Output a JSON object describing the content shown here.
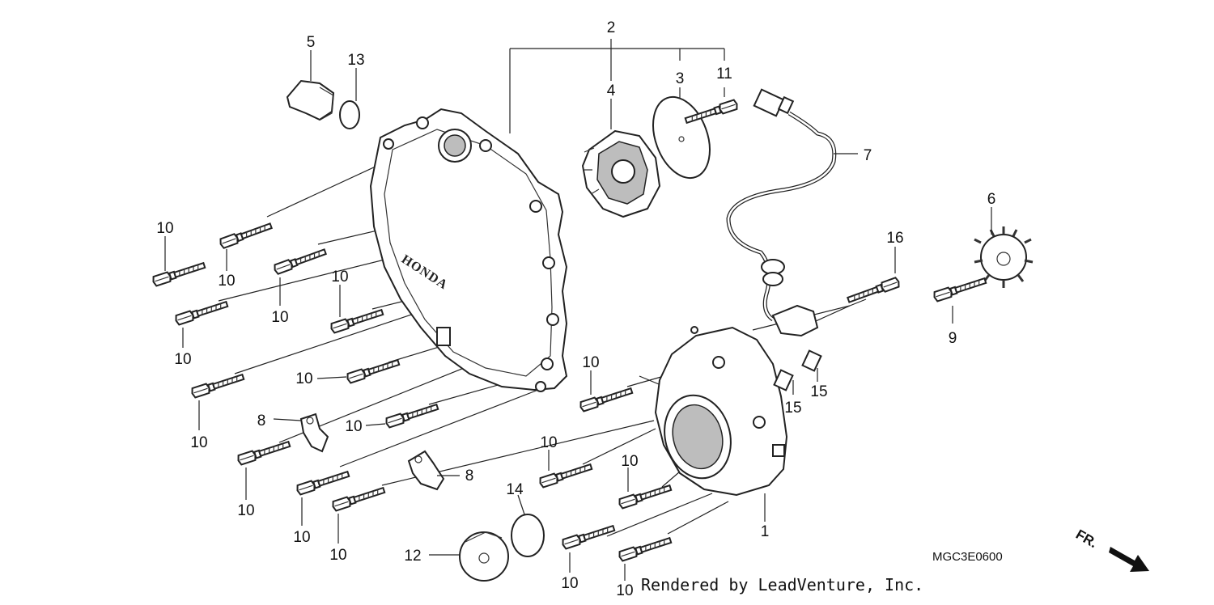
{
  "diagram": {
    "brand_emboss": "HONDA",
    "callouts": [
      {
        "id": "c1",
        "text": "1"
      },
      {
        "id": "c2",
        "text": "2"
      },
      {
        "id": "c3",
        "text": "3"
      },
      {
        "id": "c4",
        "text": "4"
      },
      {
        "id": "c5",
        "text": "5"
      },
      {
        "id": "c6",
        "text": "6"
      },
      {
        "id": "c7",
        "text": "7"
      },
      {
        "id": "c8a",
        "text": "8"
      },
      {
        "id": "c8b",
        "text": "8"
      },
      {
        "id": "c9",
        "text": "9"
      },
      {
        "id": "c10",
        "text": "10"
      },
      {
        "id": "c11",
        "text": "11"
      },
      {
        "id": "c12",
        "text": "12"
      },
      {
        "id": "c13",
        "text": "13"
      },
      {
        "id": "c14",
        "text": "14"
      },
      {
        "id": "c15a",
        "text": "15"
      },
      {
        "id": "c15b",
        "text": "15"
      },
      {
        "id": "c16",
        "text": "16"
      }
    ],
    "code": "MGC3E0600",
    "direction": "FR.",
    "credit": "Rendered by LeadVenture, Inc."
  }
}
